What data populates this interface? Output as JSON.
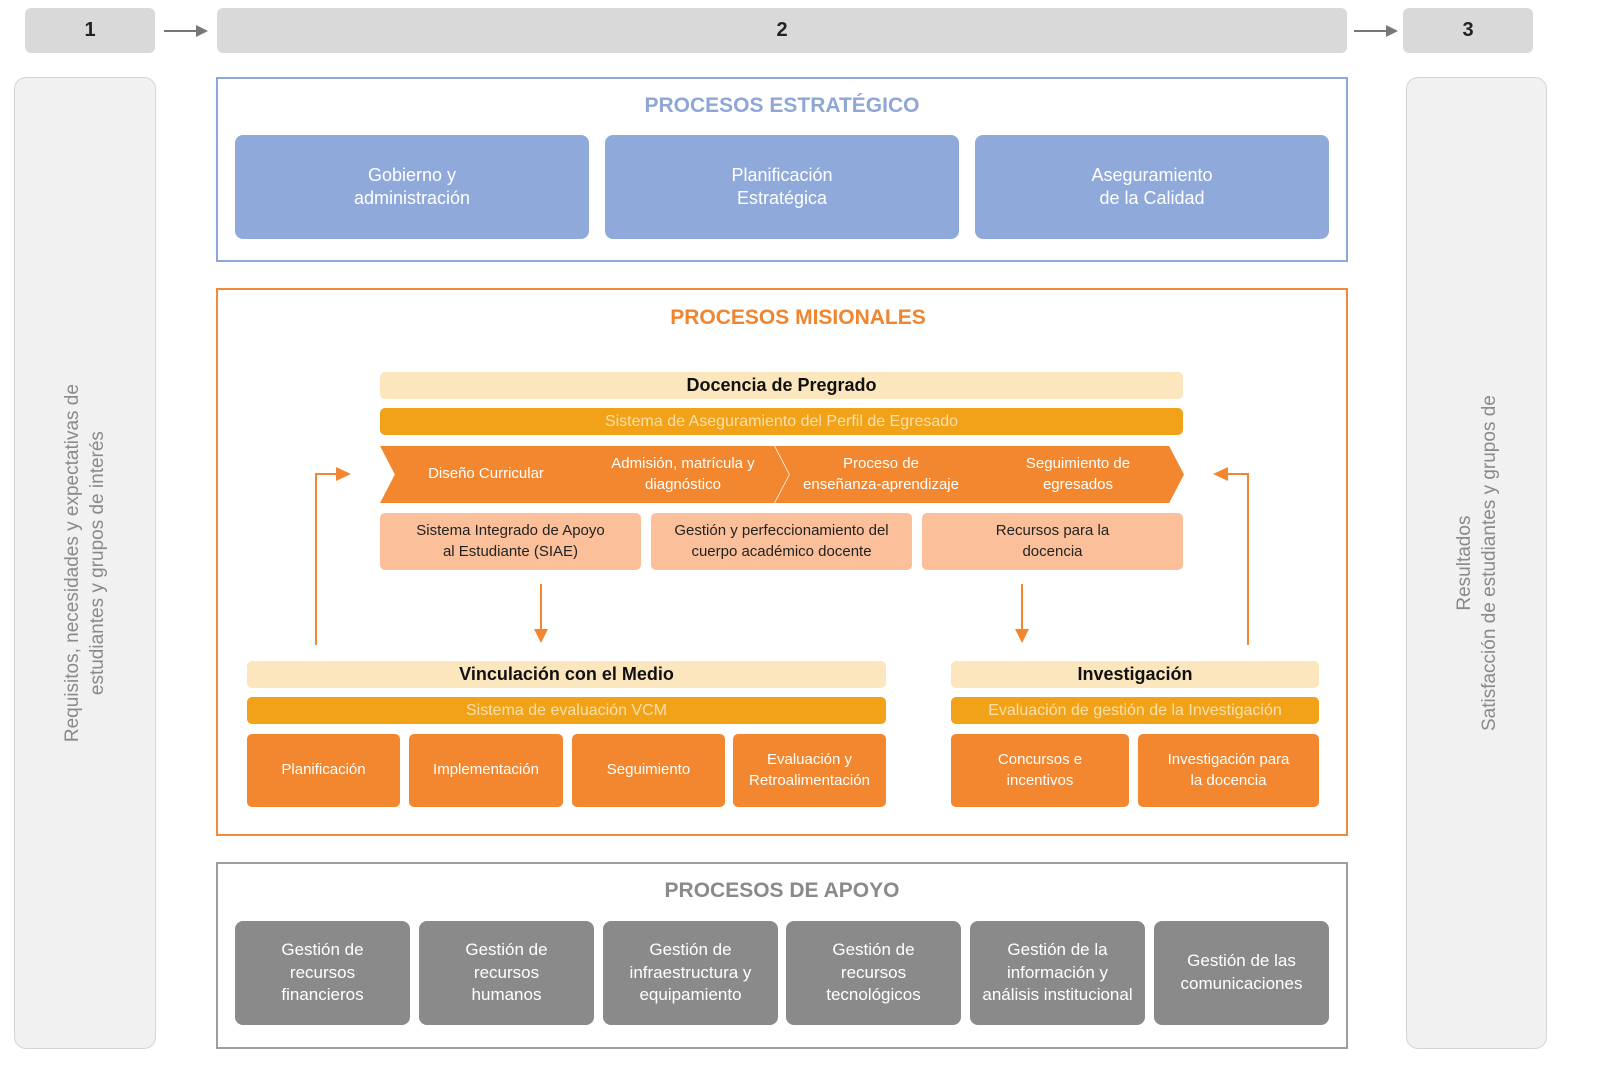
{
  "steps": [
    "1",
    "2",
    "3"
  ],
  "icons": {
    "step_arrow": "arrow-right-icon",
    "flow_arrow": "arrow-icon"
  },
  "left_panel": {
    "line1": "Requisitos, necesidades y expectativas de",
    "line2": "estudiantes y grupos de interés"
  },
  "right_panel": {
    "line1": "Resultados",
    "line2": "Satisfacción de estudiantes y grupos de"
  },
  "estrategico": {
    "title": "PROCESOS ESTRATÉGICO",
    "boxes": [
      {
        "line1": "Gobierno y",
        "line2": "administración"
      },
      {
        "line1": "Planificación",
        "line2": "Estratégica"
      },
      {
        "line1": "Aseguramiento",
        "line2": "de la Calidad"
      }
    ]
  },
  "misionales": {
    "title": "PROCESOS MISIONALES",
    "docencia": {
      "title": "Docencia de Pregrado",
      "system": "Sistema de Aseguramiento del Perfil de Egresado",
      "chevrons": [
        {
          "line1": "Diseño Curricular",
          "line2": ""
        },
        {
          "line1": "Admisión, matrícula y",
          "line2": "diagnóstico"
        },
        {
          "line1": "Proceso de",
          "line2": "enseñanza-aprendizaje"
        },
        {
          "line1": "Seguimiento de",
          "line2": "egresados"
        }
      ],
      "support": [
        {
          "line1": "Sistema Integrado de Apoyo",
          "line2": "al Estudiante (SIAE)"
        },
        {
          "line1": "Gestión y perfeccionamiento del",
          "line2": "cuerpo académico docente"
        },
        {
          "line1": "Recursos para la",
          "line2": "docencia"
        }
      ]
    },
    "vinculacion": {
      "title": "Vinculación con el Medio",
      "system": "Sistema de evaluación VCM",
      "boxes": [
        {
          "line1": "Planificación",
          "line2": ""
        },
        {
          "line1": "Implementación",
          "line2": ""
        },
        {
          "line1": "Seguimiento",
          "line2": ""
        },
        {
          "line1": "Evaluación y",
          "line2": "Retroalimentación"
        }
      ]
    },
    "investigacion": {
      "title": "Investigación",
      "system": "Evaluación de gestión de la Investigación",
      "boxes": [
        {
          "line1": "Concursos e",
          "line2": "incentivos"
        },
        {
          "line1": "Investigación para",
          "line2": "la docencia"
        }
      ]
    }
  },
  "apoyo": {
    "title": "PROCESOS DE APOYO",
    "boxes": [
      {
        "line1": "Gestión de",
        "line2": "recursos",
        "line3": "financieros"
      },
      {
        "line1": "Gestión de",
        "line2": "recursos",
        "line3": "humanos"
      },
      {
        "line1": "Gestión de",
        "line2": "infraestructura y",
        "line3": "equipamiento"
      },
      {
        "line1": "Gestión de",
        "line2": "recursos",
        "line3": "tecnológicos"
      },
      {
        "line1": "Gestión de la",
        "line2": "información y",
        "line3": "análisis institucional"
      },
      {
        "line1": "Gestión de las",
        "line2": "comunicaciones",
        "line3": ""
      }
    ]
  },
  "colors": {
    "blue": "#8fa9db",
    "orange": "#f2872f",
    "amber": "#f2a218",
    "light_yellow": "#fbe6bd",
    "peach": "#fbc09a",
    "gray": "#8a8a8a",
    "step_gray": "#d9d9d9"
  }
}
